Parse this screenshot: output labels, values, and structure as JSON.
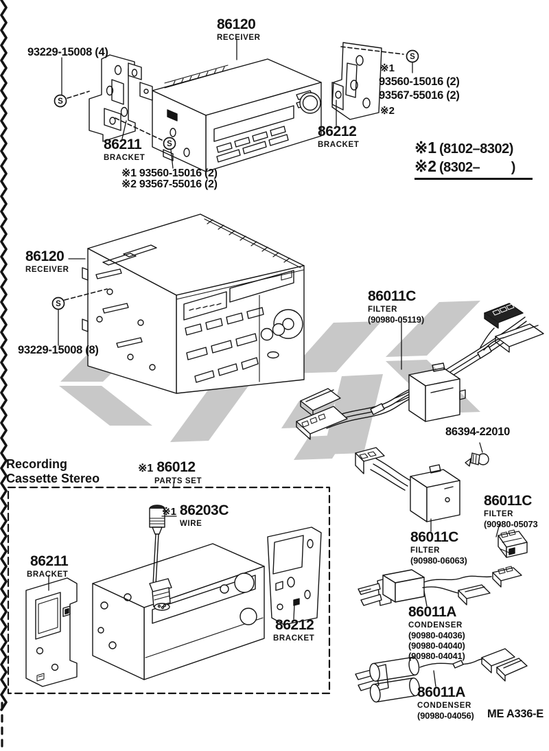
{
  "colors": {
    "ink": "#141414",
    "watermark": "#c8c8c8",
    "paper": "#ffffff"
  },
  "symbols": {
    "screw": "S"
  },
  "footer": {
    "doc_code": "ME A336-E"
  },
  "top": {
    "screws": "93229-15008 (4)",
    "receiver_no": "86120",
    "receiver_name": "RECEIVER",
    "bracket_left_no": "86211",
    "bracket_left_name": "BRACKET",
    "note1": "※1 93560-15016 (2)",
    "note2": "※2 93567-55016 (2)",
    "mark1": "※1",
    "part1": "93560-15016 (2)",
    "part2": "93567-55016 (2)",
    "mark2": "※2",
    "bracket_right_no": "86212",
    "bracket_right_name": "BRACKET"
  },
  "legend": {
    "mark1": "※1",
    "range1": "(8102–8302)",
    "mark2": "※2",
    "range2": "(8302–         )"
  },
  "mid": {
    "receiver_no": "86120",
    "receiver_name": "RECEIVER",
    "screws": "93229-15008 (8)",
    "filter_no": "86011C",
    "filter_name": "FILTER",
    "filter_ref": "(90980-05119)",
    "socket": "86394-22010"
  },
  "right": {
    "filter_small_no": "86011C",
    "filter_small_name": "FILTER",
    "filter_small_ref": "(90980-05073",
    "filter_box_no": "86011C",
    "filter_box_name": "FILTER",
    "filter_box_ref": "(90980-06063)",
    "cond1_no": "86011A",
    "cond1_name": "CONDENSER",
    "cond1_refs": [
      "(90980-04036)",
      "(90980-04040)",
      "(90980-04041)"
    ],
    "cond2_no": "86011A",
    "cond2_name": "CONDENSER",
    "cond2_ref": "(90980-04056)"
  },
  "cassette": {
    "title1": "Recording",
    "title2": "Cassette Stereo",
    "set_mark": "※1",
    "set_no": "86012",
    "set_name": "PARTS SET",
    "wire_mark": "※1",
    "wire_no": "86203C",
    "wire_name": "WIRE",
    "bracket_left_no": "86211",
    "bracket_left_name": "BRACKET",
    "bracket_right_no": "86212",
    "bracket_right_name": "BRACKET"
  }
}
